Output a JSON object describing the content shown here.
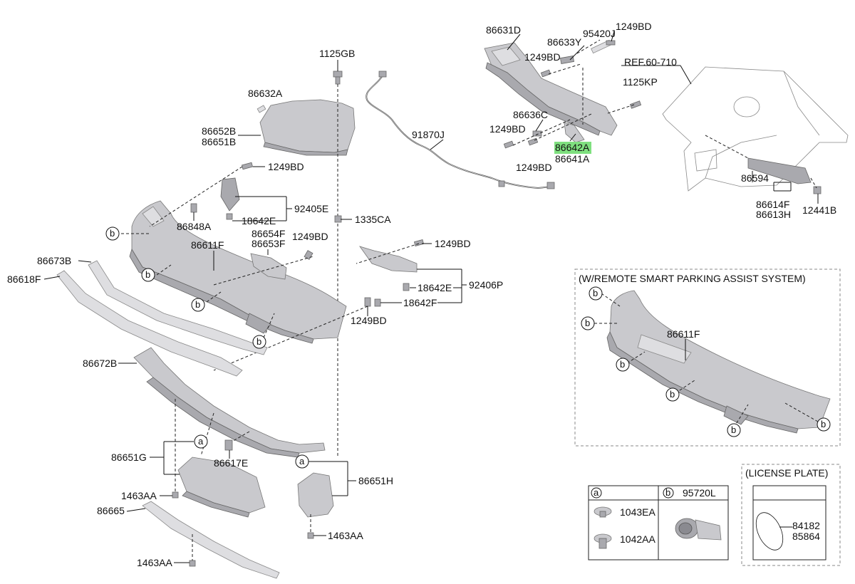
{
  "labels": {
    "p86631D": "86631D",
    "p86633Y": "86633Y",
    "p95420J": "95420J",
    "p1249BD_a": "1249BD",
    "p1249BD_b": "1249BD",
    "pREF": "REF.60-710",
    "p1125GB": "1125GB",
    "p1125KP": "1125KP",
    "p86632A": "86632A",
    "p86636C": "86636C",
    "p1249BD_c": "1249BD",
    "p86652B": "86652B",
    "p86651B": "86651B",
    "p91870J": "91870J",
    "p86642A": "86642A",
    "p86641A": "86641A",
    "p1249BD_d": "1249BD",
    "p1249BD_e": "1249BD",
    "p86594": "86594",
    "p92405E": "92405E",
    "p18642E_a": "18642E",
    "p86614F": "86614F",
    "p86613H": "86613H",
    "p12441B": "12441B",
    "p86848A": "86848A",
    "p1335CA": "1335CA",
    "p86654F": "86654F",
    "p86653F": "86653F",
    "p1249BD_f": "1249BD",
    "p1249BD_g": "1249BD",
    "p86611F": "86611F",
    "p86673B": "86673B",
    "p86618F": "86618F",
    "p18642E_b": "18642E",
    "p92406P": "92406P",
    "p18642F": "18642F",
    "p1249BD_h": "1249BD",
    "p86672B": "86672B",
    "p86651G": "86651G",
    "p86617E": "86617E",
    "p86651H": "86651H",
    "p1463AA_a": "1463AA",
    "p86665": "86665",
    "p1463AA_b": "1463AA",
    "p1463AA_c": "1463AA",
    "inset_title": "(W/REMOTE SMART PARKING ASSIST SYSTEM)",
    "inset_86611F": "86611F",
    "callout_b": "b",
    "callout_a": "a"
  },
  "legend_table": {
    "col_a_header": "a",
    "col_b_header": "b",
    "col_b_part": "95720L",
    "row1": "1043EA",
    "row2": "1042AA"
  },
  "license_plate": {
    "title": "(LICENSE PLATE)",
    "part1": "84182",
    "part2": "85864"
  },
  "colors": {
    "highlight": "#7fe07f",
    "part_fill": "#c9c9cd"
  }
}
